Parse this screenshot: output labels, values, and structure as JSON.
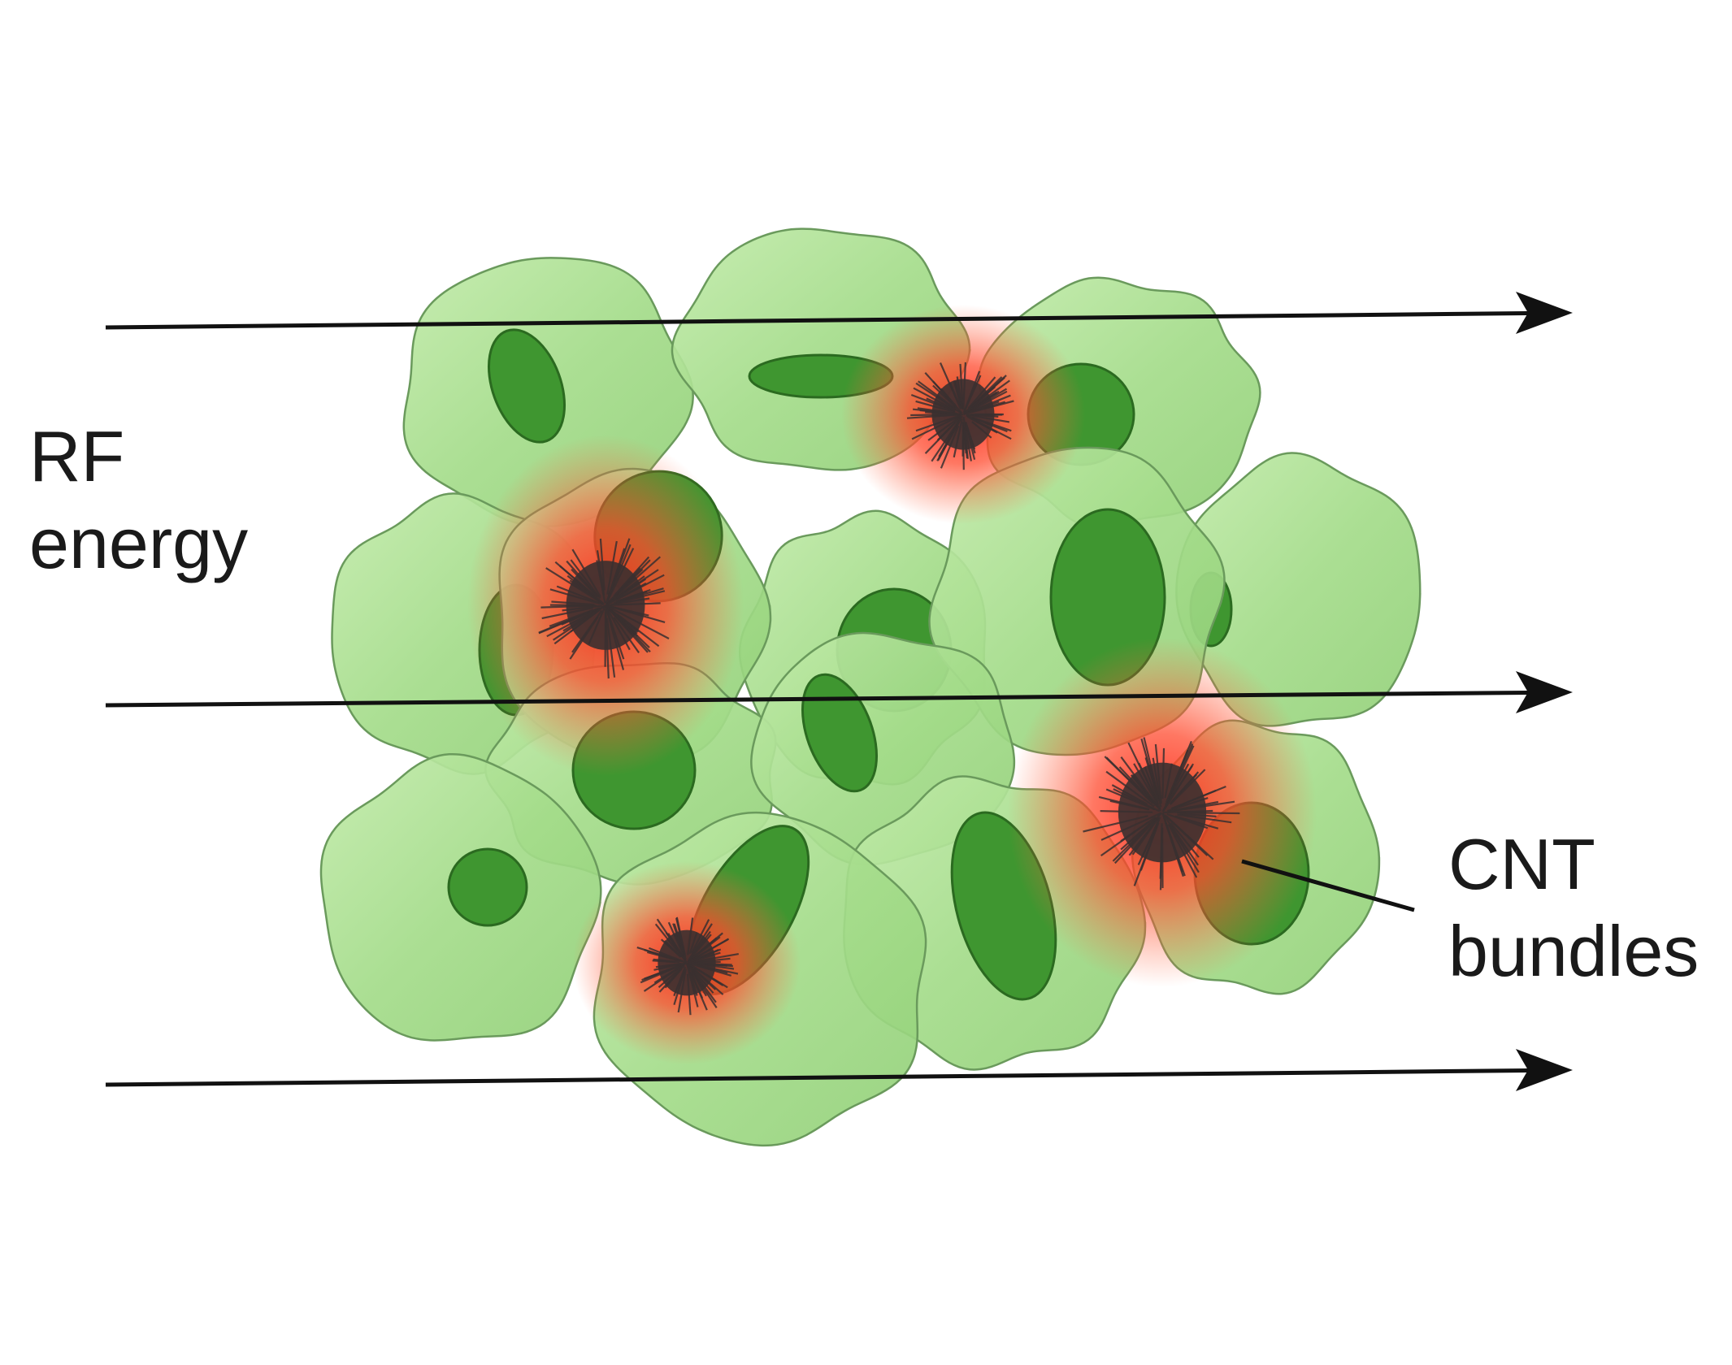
{
  "labels": {
    "rf": {
      "line1": "RF",
      "line2": "energy"
    },
    "cnt": {
      "line1": "CNT",
      "line2": "bundles"
    }
  },
  "colors": {
    "background": "#ffffff",
    "cell_fill": "#a6dc8c",
    "cell_edge": "#6a9a5c",
    "nucleus_fill": "#3f9630",
    "nucleus_edge": "#2b6a20",
    "heat_glow": "#ff3b26",
    "cnt_core": "#3a3030",
    "arrow": "#111111",
    "text": "#1a1a1a"
  },
  "elements": {
    "cells": 14,
    "rf_arrows": 3,
    "cnt_bundles": 4,
    "arrow_direction": "left-to-right"
  }
}
